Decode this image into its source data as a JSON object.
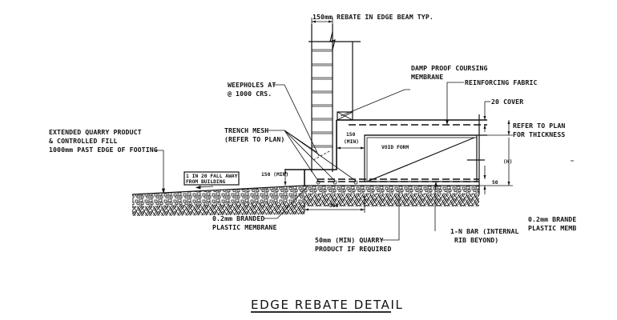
{
  "drawing": {
    "title": "EDGE REBATE DETAIL",
    "labels": {
      "rebate": "150mm REBATE IN EDGE BEAM TYP.",
      "dpc_1": "DAMP PROOF COURSING",
      "dpc_2": "MEMBRANE",
      "weepholes_1": "WEEPHOLES AT",
      "weepholes_2": "@ 1000 CRS.",
      "reinforcing": "REINFORCING FABRIC",
      "cover": "20 COVER",
      "thickness_1": "REFER TO PLAN",
      "thickness_2": "FOR THICKNESS",
      "quarry_1": "EXTENDED QUARRY PRODUCT",
      "quarry_2": "& CONTROLLED FILL",
      "quarry_3": "1000mm PAST EDGE OF FOOTING",
      "trench_1": "TRENCH MESH",
      "trench_2": "(REFER TO PLAN)",
      "fall_1": "1 IN 20 FALL AWAY",
      "fall_2": "FROM BUILDING",
      "void_form": "VOID FORM",
      "membrane_left_1": "0.2mm BRANDED",
      "membrane_left_2": "PLASTIC MEMBRANE",
      "quarry_min_1": "50mm (MIN) QUARRY",
      "quarry_min_2": "PRODUCT IF REQUIRED",
      "nbar_1": "1-N BAR (INTERNAL",
      "nbar_2": "RIB BEYOND)",
      "membrane_right_1": "0.2mm BRANDE",
      "membrane_right_2": "PLASTIC MEMB"
    },
    "dimensions": {
      "rebate_min_1": "150",
      "rebate_min_2": "(MIN)",
      "step_height": "150 (MIN)",
      "beam_width": "300",
      "slab_h": "(H)",
      "bottom_cover": "50"
    }
  }
}
